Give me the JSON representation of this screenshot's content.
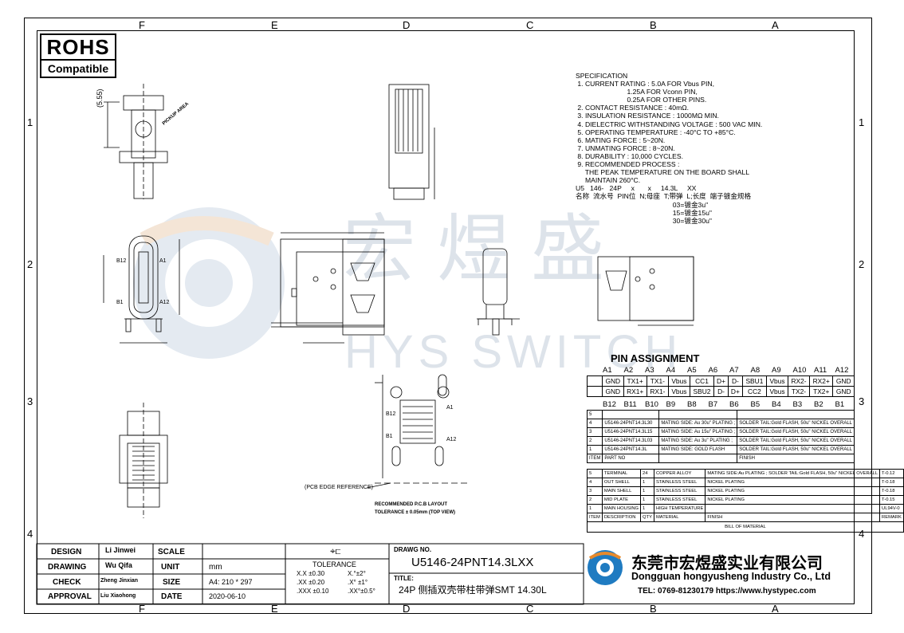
{
  "zones_top": [
    "F",
    "E",
    "D",
    "C",
    "B",
    "A"
  ],
  "zones_bottom": [
    "F",
    "E",
    "D",
    "C",
    "B",
    "A"
  ],
  "zones_side": [
    "1",
    "2",
    "3",
    "4"
  ],
  "rohs": {
    "line1": "ROHS",
    "line2": "Compatible"
  },
  "watermark": {
    "cn": "宏煜盛",
    "en": "HYS SWITCH"
  },
  "spec_lines": [
    "SPECIFICATION",
    " 1. CURRENT RATING : 5.0A FOR Vbus PIN,",
    "                           1.25A FOR Vconn PIN,",
    "                           0.25A FOR OTHER PINS.",
    " 2. CONTACT RESISTANCE : 40mΩ.",
    " 3. INSULATION RESISTANCE : 1000MΩ MIN.",
    " 4. DIELECTRIC WITHSTANDING VOLTAGE : 500 VAC MIN.",
    " 5. OPERATING TEMPERATURE : -40°C TO +85°C.",
    " 6. MATING FORCE : 5~20N.",
    " 7. UNMATING FORCE : 8~20N.",
    " 8. DURABILITY : 10,000 CYCLES.",
    " 9. RECOMMENDED PROCESS :",
    "     THE PEAK TEMPERATURE ON THE BOARD SHALL",
    "     MAINTAIN 260°C.",
    "U5   146-   24P     x       x     14.3L     XX",
    "名称  流水号  PIN位  N;母座  T;带弹  L;长度  端子镀金规格",
    "                                                   03=镀金3u\"",
    "                                                   15=镀金15u\"",
    "                                                   30=镀金30u\""
  ],
  "pin_title": "PIN ASSIGNMENT",
  "pin_top_labels": [
    "A1",
    "A2",
    "A3",
    "A4",
    "A5",
    "A6",
    "A7",
    "A8",
    "A9",
    "A10",
    "A11",
    "A12"
  ],
  "pin_row1": [
    "GND",
    "TX1+",
    "TX1-",
    "Vbus",
    "CC1",
    "D+",
    "D-",
    "SBU1",
    "Vbus",
    "RX2-",
    "RX2+",
    "GND"
  ],
  "pin_row2": [
    "GND",
    "RX1+",
    "RX1-",
    "Vbus",
    "SBU2",
    "D-",
    "D+",
    "CC2",
    "Vbus",
    "TX2-",
    "TX2+",
    "GND"
  ],
  "pin_bottom_labels": [
    "B12",
    "B11",
    "B10",
    "B9",
    "B8",
    "B7",
    "B6",
    "B5",
    "B4",
    "B3",
    "B2",
    "B1"
  ],
  "item_rows": [
    {
      "item": "5",
      "part": "",
      "mating": "",
      "finish": ""
    },
    {
      "item": "4",
      "part": "U5146-24PNT14.3L30",
      "mating": "MATING SIDE: Au 30u\" PLATING ;",
      "finish": "SOLDER TAIL:Gold FLASH, 50u\" NICKEL OVERALL"
    },
    {
      "item": "3",
      "part": "U5146-24PNT14.3L15",
      "mating": "MATING SIDE: Au 15u\" PLATING ;",
      "finish": "SOLDER TAIL:Gold FLASH, 50u\" NICKEL OVERALL"
    },
    {
      "item": "2",
      "part": "U5146-24PNT14.3L03",
      "mating": "MATING SIDE: Au 3u\" PLATING ;",
      "finish": "SOLDER TAIL:Gold FLASH, 50u\" NICKEL OVERALL"
    },
    {
      "item": "1",
      "part": "U5146-24PNT14.3L",
      "mating": "MATING SIDE: GOLD FLASH",
      "finish": "SOLDER TAIL:Gold FLASH, 50u\" NICKEL OVERALL"
    }
  ],
  "item_header": {
    "item": "ITEM",
    "part": "PART NO",
    "finish": "FINISH"
  },
  "bom_rows": [
    {
      "item": "5",
      "desc": "TERMINAL",
      "qty": "24",
      "mat": "COPPER ALLOY",
      "finish": "MATING SIDE:Au PLATING ; SOLDER TAIL:Gold FLASH, 50u\" NICKEL OVERALL",
      "rem": "T-0.12"
    },
    {
      "item": "4",
      "desc": "OUT SHELL",
      "qty": "1",
      "mat": "STAINLESS STEEL",
      "finish": "NICKEL PLATING",
      "rem": "T-0.18"
    },
    {
      "item": "3",
      "desc": "MAIN SHELL",
      "qty": "1",
      "mat": "STAINLESS STEEL",
      "finish": "NICKEL PLATING",
      "rem": "T-0.18"
    },
    {
      "item": "2",
      "desc": "MID PLATE",
      "qty": "1",
      "mat": "STAINLESS STEEL",
      "finish": "NICKEL PLATING",
      "rem": "T-0.15"
    },
    {
      "item": "1",
      "desc": "MAIN HOUSING",
      "qty": "1",
      "mat": "HIGH TEMPERATURE",
      "finish": "",
      "rem": "UL94V-0"
    }
  ],
  "bom_header": {
    "item": "ITEM",
    "desc": "DESCRIPTION",
    "qty": "QTY",
    "mat": "MATERIAL",
    "finish": "FINISH",
    "rem": "REMARK"
  },
  "bom_title": "BILL OF MATERIAL",
  "title_block": {
    "design_label": "DESIGN",
    "design_name": "Li Jinwei",
    "scale_label": "SCALE",
    "scale_value": "",
    "drawing_label": "DRAWING",
    "drawing_name": "Wu Qifa",
    "unit_label": "UNIT",
    "unit_value": "mm",
    "check_label": "CHECK",
    "check_name": "Zheng Jinxian",
    "size_label": "SIZE",
    "size_value": "A4: 210 * 297",
    "approval_label": "APPROVAL",
    "approval_name": "Liu Xiaohong",
    "date_label": "DATE",
    "date_value": "2020-06-10",
    "tolerance_label": "TOLERANCE",
    "tol1a": "X.X  ±0.30",
    "tol1b": "X.°±2°",
    "tol2a": ".XX  ±0.20",
    "tol2b": ".X° ±1°",
    "tol3a": ".XXX ±0.10",
    "tol3b": ".XX°±0.5°",
    "dwg_no_label": "DRAWG NO.",
    "dwg_no": "U5146-24PNT14.3LXX",
    "title_label": "TITLE:",
    "title": "24P 侧插双壳带柱带弹SMT 14.30L"
  },
  "company": {
    "cn": "东莞市宏煜盛实业有限公司",
    "en": "Dongguan hongyusheng Industry Co., Ltd",
    "contact": "TEL: 0769-81230179  https://www.hystypec.com"
  },
  "drawing_labels": {
    "pcb_edge": "(PCB EDGE REFERENCE)",
    "pcb_layout": "RECOMMENDED P.C.B LAYOUT",
    "pcb_tol": "TOLERANCE ± 0.05mm (TOP VIEW)",
    "dim_555": "(5.55)",
    "pickup": "PICKUP AREA",
    "b12": "B12",
    "a1": "A1",
    "b1": "B1",
    "a12": "A12"
  },
  "colors": {
    "line": "#000000",
    "watermark": "#dce3ea",
    "logo_blue": "#1f7bc1",
    "logo_orange": "#e88a2c"
  }
}
